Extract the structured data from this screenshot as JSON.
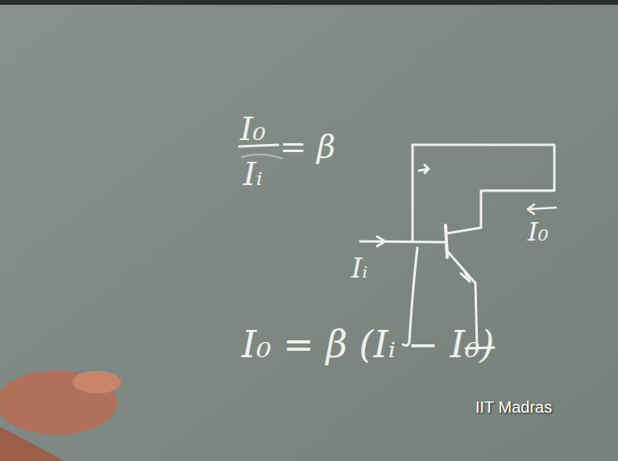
{
  "diagram": {
    "labels": [
      "I₀",
      "Iᵢ",
      "= β",
      "I₀",
      "Iᵢ",
      "I₀ = β (Iᵢ − I₀)",
      "IIT Madras"
    ]
  }
}
